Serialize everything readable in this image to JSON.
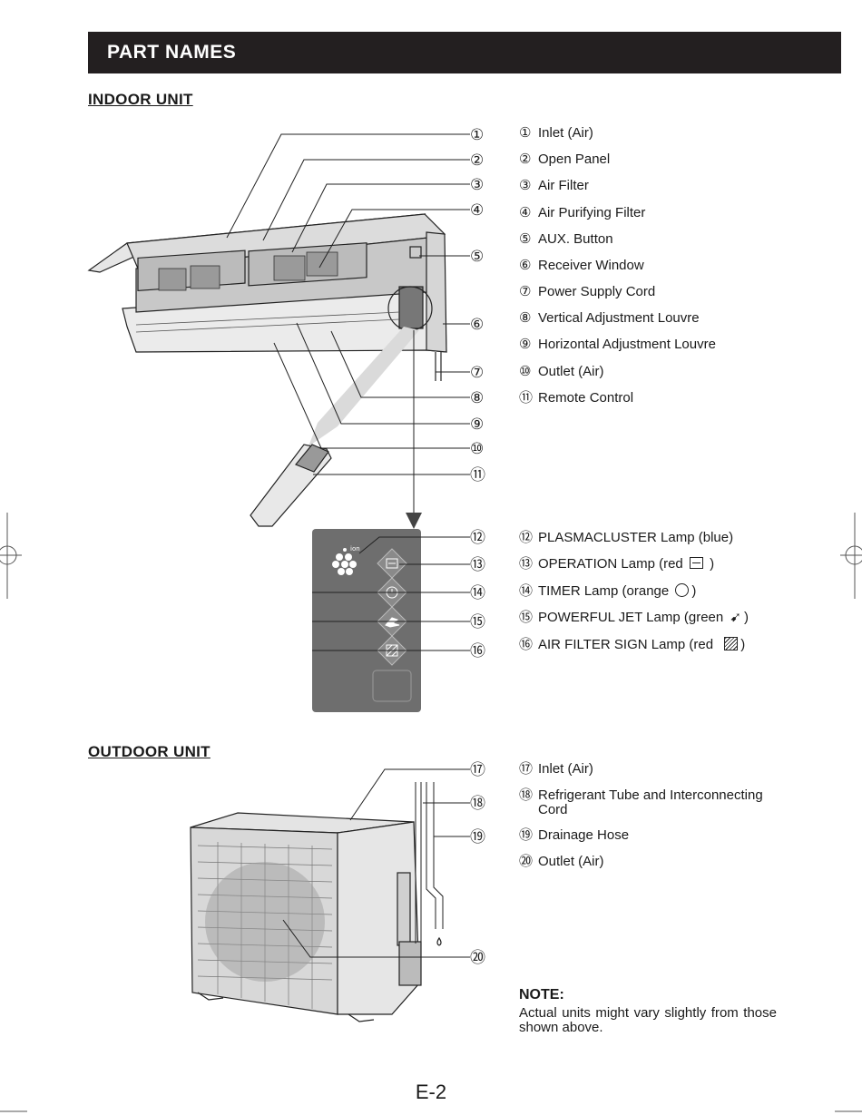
{
  "header": {
    "title": "PART NAMES"
  },
  "indoor": {
    "title": "INDOOR UNIT",
    "items": [
      {
        "num": "①",
        "label": "Inlet (Air)"
      },
      {
        "num": "②",
        "label": "Open Panel"
      },
      {
        "num": "③",
        "label": "Air Filter"
      },
      {
        "num": "④",
        "label": "Air Purifying Filter"
      },
      {
        "num": "⑤",
        "label": "AUX. Button"
      },
      {
        "num": "⑥",
        "label": "Receiver Window"
      },
      {
        "num": "⑦",
        "label": "Power Supply Cord"
      },
      {
        "num": "⑧",
        "label": "Vertical Adjustment Louvre"
      },
      {
        "num": "⑨",
        "label": "Horizontal Adjustment Louvre"
      },
      {
        "num": "⑩",
        "label": "Outlet (Air)"
      },
      {
        "num": "⑪",
        "label": "Remote Control"
      }
    ],
    "lamps": [
      {
        "num": "⑫",
        "label": "PLASMACLUSTER Lamp (blue)"
      },
      {
        "num": "⑬",
        "label": "OPERATION Lamp (red",
        "suffix": ")"
      },
      {
        "num": "⑭",
        "label": "TIMER Lamp (orange",
        "suffix": ")"
      },
      {
        "num": "⑮",
        "label": "POWERFUL JET Lamp (green",
        "suffix": ")"
      },
      {
        "num": "⑯",
        "label": "AIR FILTER SIGN Lamp (red",
        "suffix": ")"
      }
    ],
    "panel_text": "ion"
  },
  "outdoor": {
    "title": "OUTDOOR UNIT",
    "items": [
      {
        "num": "⑰",
        "label": "Inlet (Air)"
      },
      {
        "num": "⑱",
        "label": "Refrigerant Tube and Interconnecting",
        "label2": "Cord"
      },
      {
        "num": "⑲",
        "label": "Drainage Hose"
      },
      {
        "num": "⑳",
        "label": "Outlet (Air)"
      }
    ]
  },
  "note": {
    "title": "NOTE:",
    "text": "Actual units might vary slightly from those shown above."
  },
  "footer": {
    "page": "E-2"
  }
}
